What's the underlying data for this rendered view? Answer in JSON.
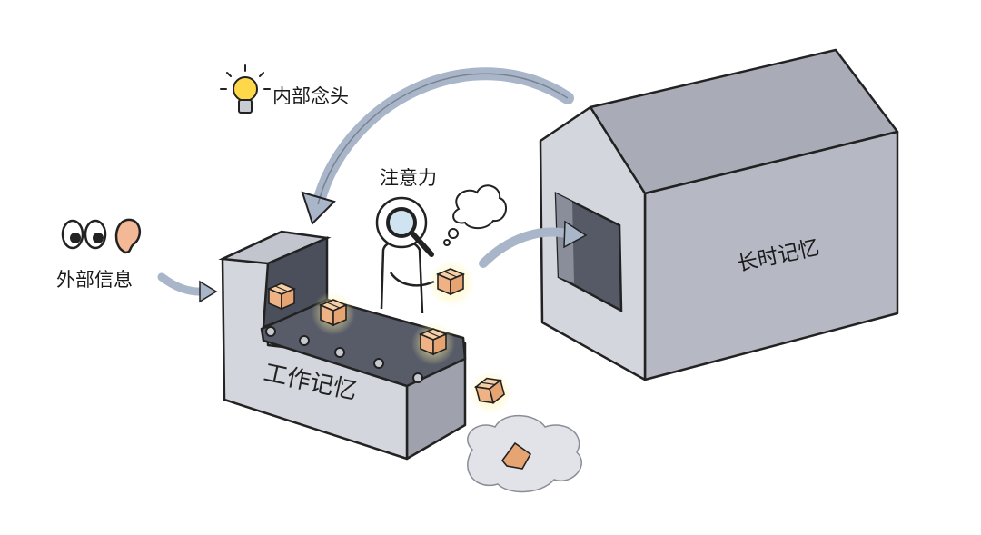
{
  "labels": {
    "internal_thought": "内部念头",
    "attention": "注意力",
    "external_info": "外部信息",
    "working_memory": "工作记忆",
    "long_term_memory": "长时记忆"
  },
  "icons": [
    "lightbulb-icon",
    "eyes-icon",
    "ear-icon",
    "magnifier-icon",
    "thought-cloud-icon",
    "box-icon"
  ],
  "colors": {
    "building": "#b9bcc6",
    "building_side": "#d3d5dd",
    "dark": "#4b4f5c",
    "box": "#f1b88a",
    "box_glow": "#fff2a8",
    "arrow": "#a9b6c9"
  }
}
